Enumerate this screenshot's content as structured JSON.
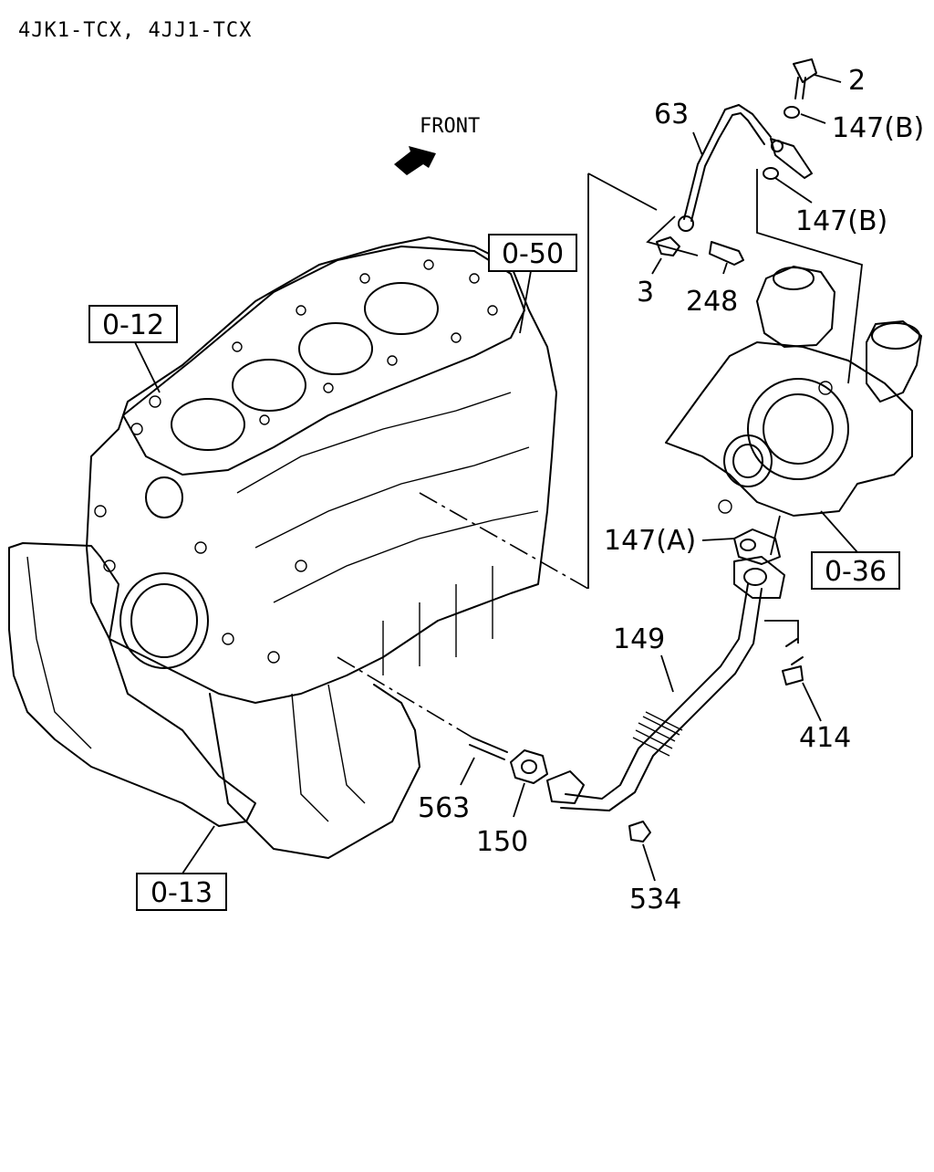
{
  "header": {
    "models": "4JK1-TCX, 4JJ1-TCX"
  },
  "orientation": {
    "front_label": "FRONT"
  },
  "references": {
    "block": "0-12",
    "head": "0-50",
    "oil_pan": "0-13",
    "turbo": "0-36"
  },
  "parts": {
    "p2": "2",
    "p147b_top": "147(B)",
    "p147b_mid": "147(B)",
    "p63": "63",
    "p3": "3",
    "p248": "248",
    "p147a": "147(A)",
    "p149": "149",
    "p414": "414",
    "p563": "563",
    "p150": "150",
    "p534": "534"
  }
}
